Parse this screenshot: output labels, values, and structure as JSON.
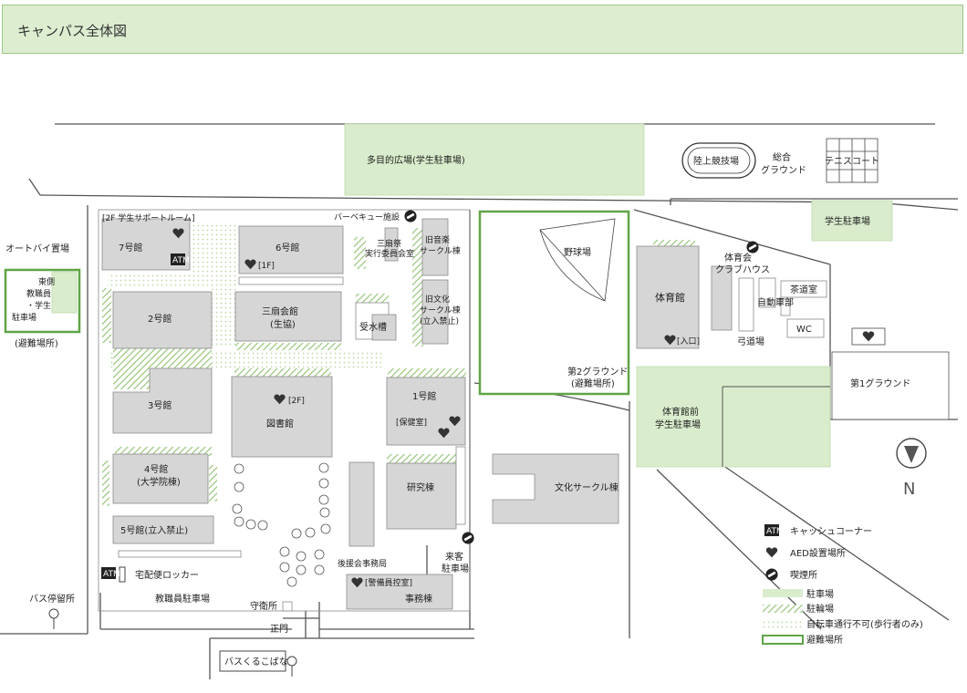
{
  "header": {
    "title": "キャンパス全体図"
  },
  "colors": {
    "building": "#d6d6d6",
    "building_stroke": "#8a8a8a",
    "parking": "#d9eccc",
    "evac_border": "#5fa447",
    "bike_hatch": "#9bc77e",
    "road": "#555555"
  },
  "labels": {
    "tamokuteki": "多目的広場(学生駐車場)",
    "rikujo": "陸上競技場",
    "sogo1": "総合",
    "sogo2": "グラウンド",
    "tennis": "テニスコート",
    "gakusei_p1": "学生駐車場",
    "autobike": "オートバイ置場",
    "east_lot": [
      "東側",
      "教職員",
      "・学生",
      "駐車場"
    ],
    "hinan1": "(避難場所)",
    "support_room": "[2F 学生サポートルーム]",
    "bbq": "バーベキュー施設",
    "b7": "7号館",
    "b6": "6号館",
    "b6_1f": "[1F]",
    "sansai_jikko": [
      "三扇祭",
      "実行委員会室"
    ],
    "kyu_ongaku": [
      "旧音楽",
      "サークル棟"
    ],
    "kyu_bunka": [
      "旧文化",
      "サークル棟",
      "(立入禁止)"
    ],
    "yakyujo": "野球場",
    "daini1": "第2グラウンド",
    "daini2": "(避難場所)",
    "b2": "2号館",
    "sansen1": "三扇会館",
    "sansen2": "(生協)",
    "jusui": "受水槽",
    "taiikukai1": "体育会",
    "taiikukai2": "クラブハウス",
    "taiikukan": "体育館",
    "iriguchi": "[入口]",
    "sado": "茶道室",
    "jidosha": "自動車部",
    "wc": "WC",
    "kyudo": "弓道場",
    "daiichi": "第1グラウンド",
    "b3": "3号館",
    "tosho_2f": "[2F]",
    "toshokan": "図書館",
    "b1": "1号館",
    "hoken": "[保健室]",
    "taiikumae1": "体育館前",
    "taiikumae2": "学生駐車場",
    "b4_1": "4号館",
    "b4_2": "(大学院棟)",
    "kenkyu": "研究棟",
    "bunka": "文化サークル棟",
    "b5": "5号館(立入禁止)",
    "koenkai": "後援会事務局",
    "raikyaku1": "来客",
    "raikyaku2": "駐車場",
    "takuhai": "宅配便ロッカー",
    "keibi": "[警備員控室]",
    "jimu": "事務棟",
    "kyoshokuin_p": "教職員駐車場",
    "shuei": "守衛所",
    "seimon": "正門",
    "bus_stop": "バス停留所",
    "bus_kurukobana": "バスくるこばな",
    "atm_mark": "ATM",
    "north": "N"
  },
  "legend": [
    {
      "key": "atm",
      "label": "キャッシュコーナー"
    },
    {
      "key": "aed",
      "label": "AED設置場所"
    },
    {
      "key": "smoke",
      "label": "喫煙所"
    },
    {
      "key": "parking",
      "label": "駐車場"
    },
    {
      "key": "bike",
      "label": "駐輪場"
    },
    {
      "key": "pedestrian",
      "label": "自転車通行不可(歩行者のみ)"
    },
    {
      "key": "evac",
      "label": "避難場所"
    }
  ]
}
